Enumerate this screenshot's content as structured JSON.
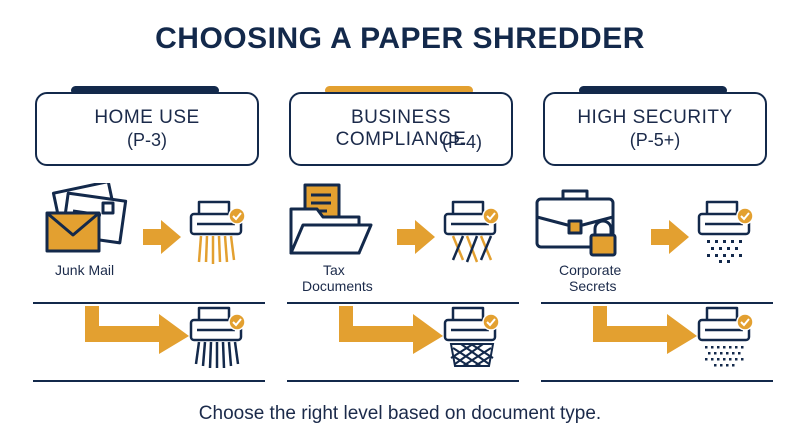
{
  "title": "CHOOSING A PAPER SHREDDER",
  "colors": {
    "navy": "#13294b",
    "orange": "#e3a030"
  },
  "levels": [
    {
      "name": "HOME USE",
      "code": "(P-3)",
      "accent": "#13294b",
      "document_label": "Junk Mail",
      "document_icon": "envelope-mail-icon"
    },
    {
      "name_line1": "BUSINESS",
      "name_line2": "COMPLIANCE",
      "code": "(P-4)",
      "accent": "#e3a030",
      "document_label_line1": "Tax",
      "document_label_line2": "Documents",
      "document_icon": "folder-documents-icon"
    },
    {
      "name": "HIGH SECURITY",
      "code": "(P-5+)",
      "accent": "#13294b",
      "document_label_line1": "Corporate",
      "document_label_line2": "Secrets",
      "document_icon": "briefcase-lock-icon"
    }
  ],
  "footer": "Choose the right level based on document type."
}
